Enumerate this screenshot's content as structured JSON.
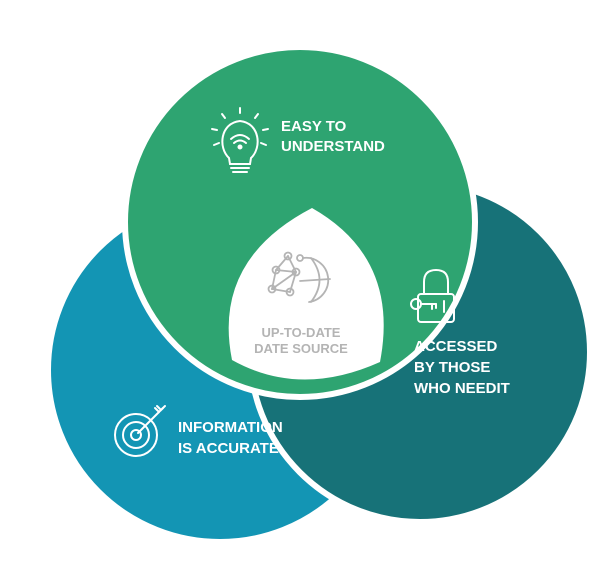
{
  "diagram": {
    "sections": {
      "top": {
        "line1": "EASY TO",
        "line2": "UNDERSTAND",
        "color": "#2ea471",
        "icon": "lightbulb-wifi-icon"
      },
      "right": {
        "line1": "ACCESSED",
        "line2": "BY THOSE",
        "line3": "WHO NEEDIT",
        "color": "#177278",
        "icon": "padlock-key-icon"
      },
      "left": {
        "line1": "INFORMATION",
        "line2": "IS ACCURATE",
        "color": "#1395b4",
        "icon": "target-arrow-icon"
      },
      "center": {
        "line1": "UP-TO-DATE",
        "line2": "DATE SOURCE",
        "color": "#b4b4b4",
        "icon": "network-globe-icon"
      }
    },
    "border_color": "#ffffff",
    "text_color": "#ffffff"
  }
}
